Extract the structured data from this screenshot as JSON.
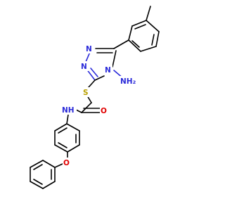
{
  "labels": {
    "n_triazole_upper": "N",
    "n_triazole_lower": "N",
    "n_amino_ring": "N",
    "amino_group": "NH₂",
    "sulfur": "S",
    "oxygen_carbonyl": "O",
    "amide_nh": "NH",
    "ether_oxygen": "O"
  },
  "colors": {
    "bond": "#000000",
    "nitrogen": "#2b2bd9",
    "sulfur": "#b8a000",
    "oxygen": "#e00000"
  }
}
